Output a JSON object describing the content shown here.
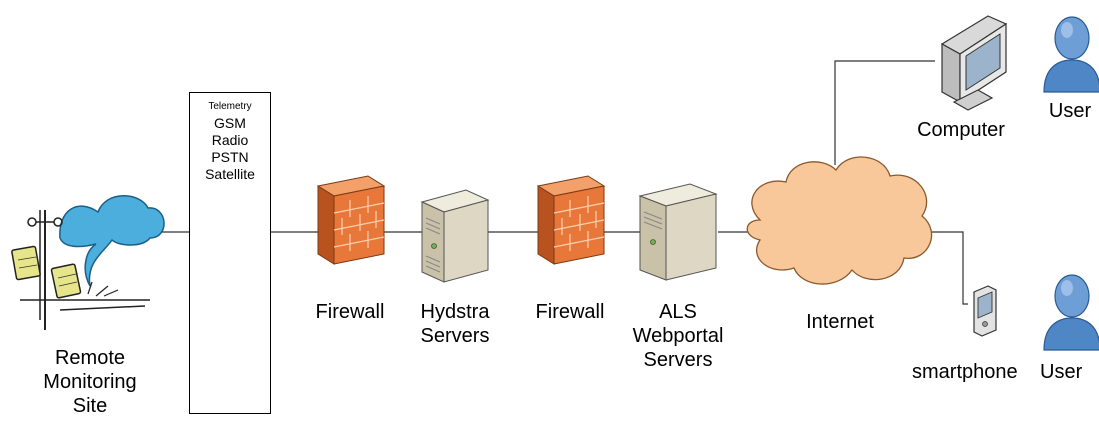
{
  "diagram": {
    "telemetry": {
      "title": "Telemetry",
      "methods": [
        "GSM",
        "Radio",
        "PSTN",
        "Satellite"
      ]
    },
    "nodes": {
      "remote_site": [
        "Remote",
        "Monitoring",
        "Site"
      ],
      "firewall_1": "Firewall",
      "hydstra_servers": [
        "Hydstra",
        "Servers"
      ],
      "firewall_2": "Firewall",
      "als_servers": [
        "ALS",
        "Webportal",
        "Servers"
      ],
      "internet": "Internet",
      "computer": "Computer",
      "user_top": "User",
      "smartphone": "smartphone",
      "user_bottom": "User"
    },
    "colors": {
      "firewall": "#E8773A",
      "cloud": "#F8C89A",
      "user": "#5B8BC9",
      "server": "#D9D3BF",
      "weather_cloud": "#4BAEDC",
      "solar": "#E7E58A"
    }
  }
}
